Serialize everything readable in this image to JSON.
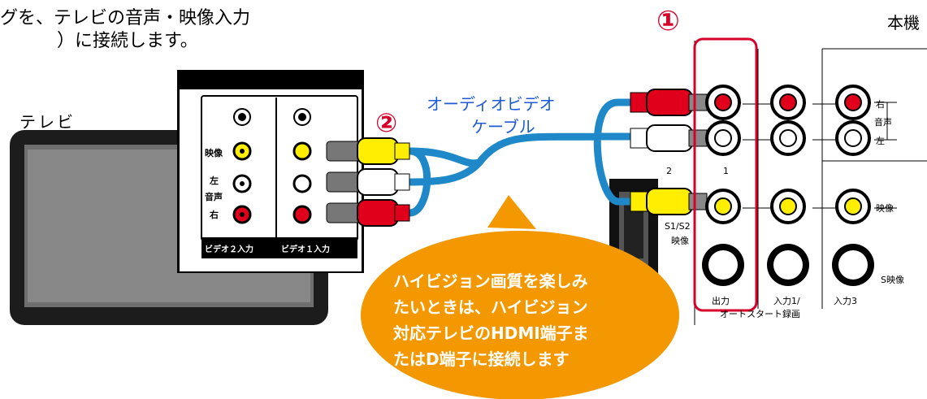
{
  "intro": {
    "line1": "グを、テレビの音声・映像入力",
    "line2": "）に接続します。"
  },
  "device_label": "本機",
  "tv_label": "テレビ",
  "cable_label": {
    "line1": "オーディオビデオ",
    "line2": "ケーブル"
  },
  "step1": "①",
  "step2": "②",
  "tv_panel": {
    "video": "映像",
    "left": "左",
    "audio": "音声",
    "right": "右",
    "input2": "ビデオ２入力",
    "input1": "ビデオ１入力"
  },
  "device_panel": {
    "right": "右",
    "audio": "音声",
    "left": "左",
    "video": "映像",
    "col2": "2",
    "col1": "1",
    "s12": "S1/S2",
    "s12_video": "映像",
    "s_video": "S映像",
    "output": "出力",
    "input1": "入力1/",
    "input3": "入力3",
    "autostart": "オートスタート録画"
  },
  "callout": {
    "line1": "ハイビジョン画質を楽しみ",
    "line2": "たいときは、ハイビジョン",
    "line3": "対応テレビのHDMI端子ま",
    "line4": "たはD端子に接続します"
  },
  "colors": {
    "cable": "#1e88c9",
    "plug_yellow": "#ffee00",
    "plug_red": "#e0001b",
    "plug_white": "#ffffff",
    "callout": "#f39800",
    "highlight": "#d6002a",
    "label_blue": "#1e5bd6"
  }
}
